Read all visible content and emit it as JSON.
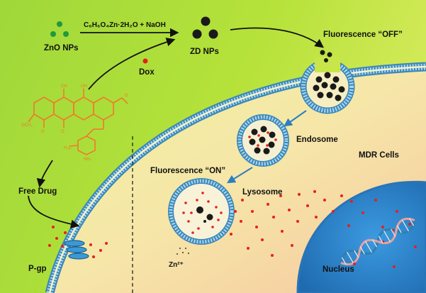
{
  "labels": {
    "zno_nps": "ZnO NPs",
    "reaction": "C₆H₆O₄Zn·2H₂O + NaOH",
    "zd_nps": "ZD NPs",
    "dox": "Dox",
    "fluorescence_off": "Fluorescence “OFF”",
    "endosome": "Endosome",
    "mdr_cells": "MDR Cells",
    "fluorescence_on": "Fluorescence “ON”",
    "lysosome": "Lysosome",
    "free_drug": "Free Drug",
    "pgp": "P-gp",
    "zn2": "Zn²⁺",
    "nucleus": "Nucleus"
  },
  "colors": {
    "background_outside": "#a6dd34",
    "cytoplasm": "#f2e79a",
    "membrane": "#5aa6cf",
    "nucleus": "#2f86c8",
    "zno_particle": "#1f9a3b",
    "zd_particle": "#1a1a1a",
    "dox_particle": "#e8201a",
    "molecule": "#f07a2a",
    "dna_strand_1": "#2f7fb0",
    "dna_strand_2": "#e8a0a0"
  }
}
